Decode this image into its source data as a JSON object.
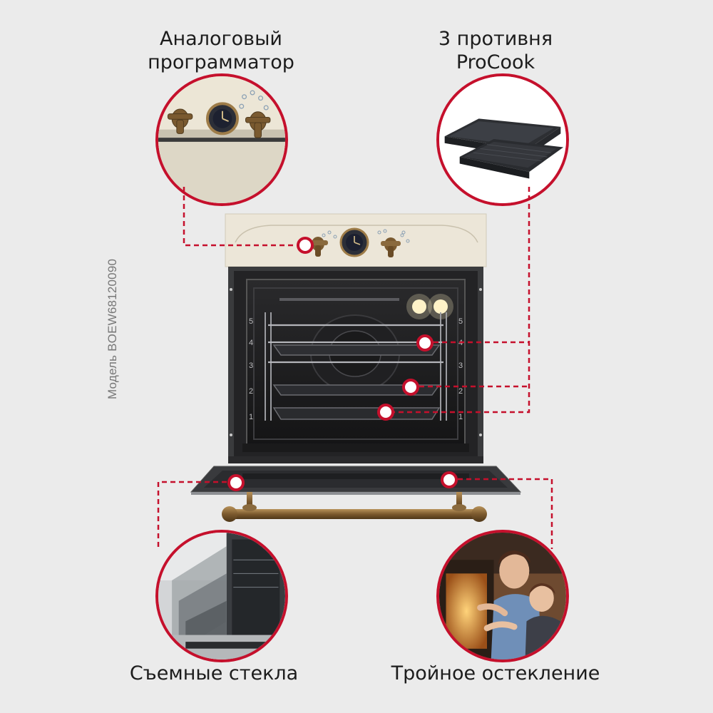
{
  "features": {
    "top_left": "Аналоговый\nпрограмматор",
    "top_right": "3 противня\nProCook",
    "bottom_left": "Съемные стекла",
    "bottom_right": "Тройное остекление"
  },
  "model_label": "Модель BOEW68120090",
  "shelf_numbers": [
    "5",
    "4",
    "3",
    "2",
    "1"
  ],
  "colors": {
    "accent": "#c5102c",
    "oven_body": "#ece6d8",
    "oven_cavity": "#1b1b1c",
    "handle_bronze": "#8a6a3e"
  }
}
